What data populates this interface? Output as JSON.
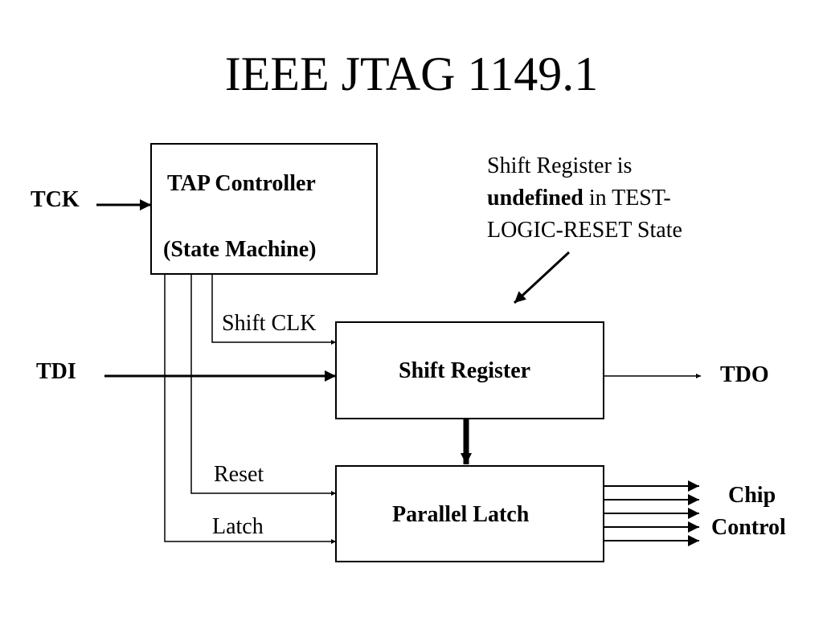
{
  "slide": {
    "title": "IEEE JTAG 1149.1"
  },
  "blocks": {
    "tap_title": "TAP Controller",
    "tap_subtitle": "(State Machine)",
    "shift_register": "Shift Register",
    "parallel_latch": "Parallel Latch"
  },
  "signals": {
    "tck": "TCK",
    "tdi": "TDI",
    "tdo": "TDO",
    "shift_clk": "Shift CLK",
    "reset": "Reset",
    "latch": "Latch",
    "chip_control_line1": "Chip",
    "chip_control_line2": "Control"
  },
  "note": {
    "line1": "Shift Register is",
    "line2_bold": "undefined",
    "line2_rest": " in TEST-",
    "line3": "LOGIC-RESET State"
  }
}
